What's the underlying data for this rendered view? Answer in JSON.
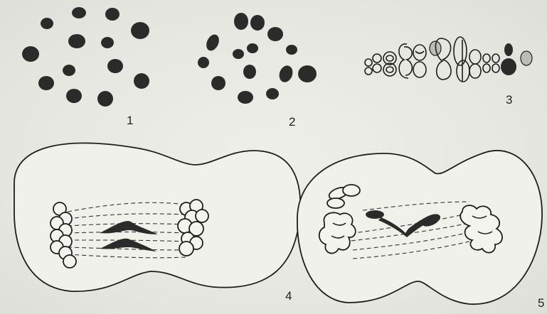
{
  "figure": {
    "panels": [
      {
        "id": "panel-1",
        "label": "1"
      },
      {
        "id": "panel-2",
        "label": "2"
      },
      {
        "id": "panel-3",
        "label": "3"
      },
      {
        "id": "panel-4",
        "label": "4"
      },
      {
        "id": "panel-5",
        "label": "5"
      }
    ]
  },
  "colors": {
    "ink": "#2b2b2b",
    "paper": "#e9e9e4"
  }
}
